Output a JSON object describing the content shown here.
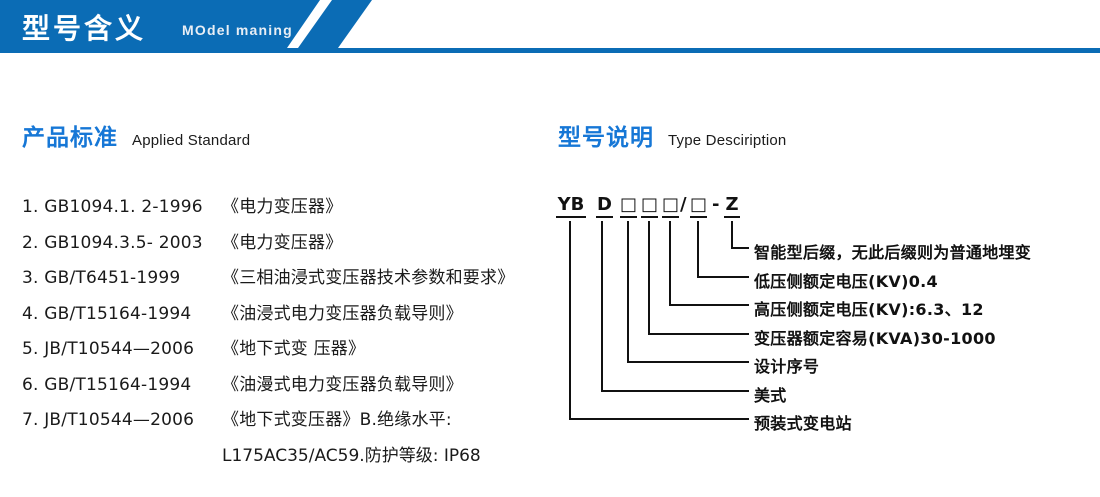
{
  "banner": {
    "title_cn": "型号含义",
    "title_en": "MOdel maning",
    "color": "#0b6cb5"
  },
  "sections": {
    "standard": {
      "title_cn": "产品标准",
      "title_en": "Applied Standard",
      "accent": "#1677d6"
    },
    "type": {
      "title_cn": "型号说明",
      "title_en": "Type Desciription",
      "accent": "#1677d6"
    }
  },
  "standards": [
    {
      "index": "1.",
      "code": "GB1094.1. 2-1996",
      "name": "《电力变压器》"
    },
    {
      "index": "2.",
      "code": "GB1094.3.5- 2003",
      "name": "《电力变压器》"
    },
    {
      "index": "3.",
      "code": "GB/T6451-1999",
      "name": "《三相油浸式变压器技术参数和要求》"
    },
    {
      "index": "4.",
      "code": "GB/T15164-1994",
      "name": "《油浸式电力变压器负载导则》"
    },
    {
      "index": "5.",
      "code": "JB/T10544—2006",
      "name": "《地下式变 压器》"
    },
    {
      "index": "6.",
      "code": "GB/T15164-1994",
      "name": "《油漫式电力变压器负载导则》"
    },
    {
      "index": "7.",
      "code": "JB/T10544—2006",
      "name": "《地下式变压器》B.绝缘水平:"
    }
  ],
  "standards_continuation": "L175AC35/AC59.防护等级: IP68",
  "model_code": {
    "full": "YB D □□□/□ - Z",
    "segments": [
      {
        "text": "YB"
      },
      {
        "text": "D"
      },
      {
        "text": "□"
      },
      {
        "text": "□"
      },
      {
        "text": "□"
      },
      {
        "text": "□"
      },
      {
        "text": "Z"
      }
    ],
    "separator_slash": "/",
    "separator_dash": "-"
  },
  "annotations": [
    {
      "label": "智能型后缀，无此后缀则为普通地埋变"
    },
    {
      "label": "低压侧额定电压(KV)0.4"
    },
    {
      "label": "高压侧额定电压(KV):6.3、12"
    },
    {
      "label": "变压器额定容易(KVA)30-1000"
    },
    {
      "label": "设计序号"
    },
    {
      "label": "美式"
    },
    {
      "label": "预装式变电站"
    }
  ]
}
